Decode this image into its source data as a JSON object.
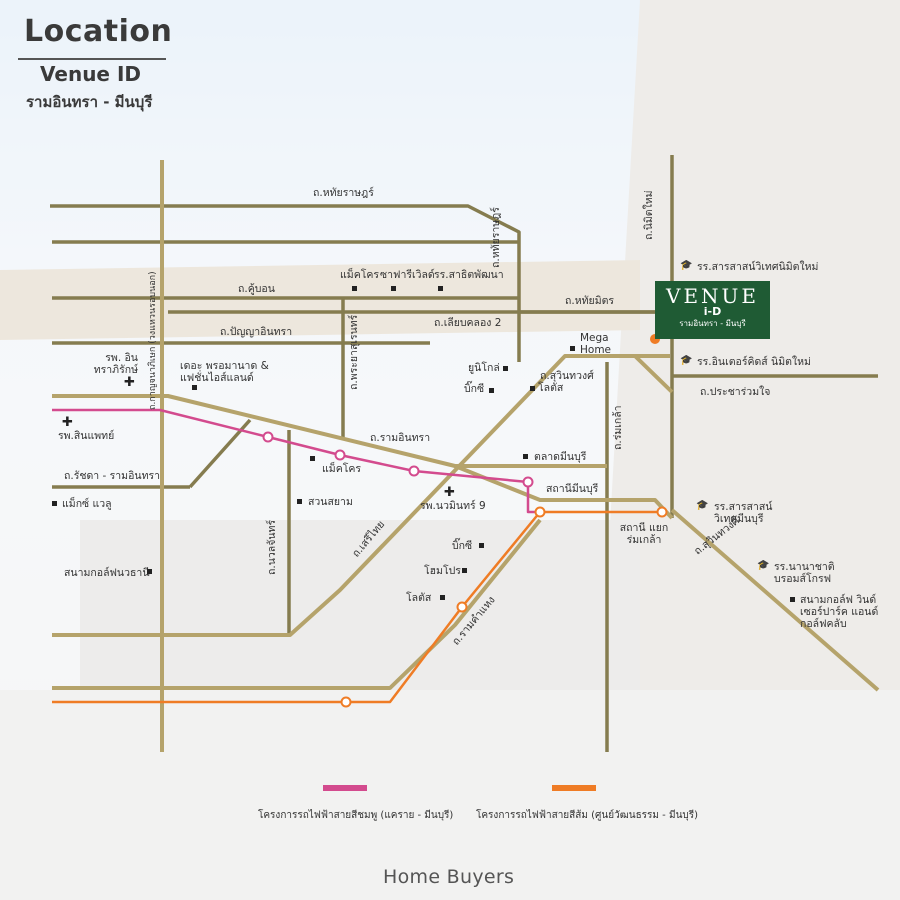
{
  "header": {
    "title": "Location",
    "project": "Venue ID",
    "district": "รามอินทรา - มีนบุรี"
  },
  "project_marker": {
    "main": "VENUE",
    "sub": "i-D",
    "address": "รามอินทรา - มีนบุรี"
  },
  "roads": [
    {
      "id": "hathairat-top",
      "label": "ถ.หทัยราษฎร์"
    },
    {
      "id": "khu-bon",
      "label": "ถ.คู้บอน"
    },
    {
      "id": "panya-indra",
      "label": "ถ.ปัญญาอินทรา"
    },
    {
      "id": "liab-khlong-2",
      "label": "ถ.เลียบคลอง 2"
    },
    {
      "id": "hathaimit",
      "label": "ถ.หทัยมิตร"
    },
    {
      "id": "hathairat-v",
      "label": "ถ.หทัยราษฎร์"
    },
    {
      "id": "nimit-mai",
      "label": "ถ.นิมิตใหม่"
    },
    {
      "id": "suwinthawong-a",
      "label": "ถ.สุวินทวงศ์"
    },
    {
      "id": "pracha-ruam-jai",
      "label": "ถ.ประชาร่วมใจ"
    },
    {
      "id": "ram-indra",
      "label": "ถ.รามอินทรา"
    },
    {
      "id": "rom-klao",
      "label": "ถ.ร่มเกล้า"
    },
    {
      "id": "ratchada-ramindra",
      "label": "ถ.รัชดา - รามอินทรา"
    },
    {
      "id": "kanchanaphisek",
      "label": "ถ.กาญจนาภิเษก (วงแหวนรอบนอก)"
    },
    {
      "id": "phraya-suren",
      "label": "ถ.พระยาสุเรนทร์"
    },
    {
      "id": "nuan-chan",
      "label": "ถ.นวลจันทร์"
    },
    {
      "id": "seri-thai",
      "label": "ถ.เสรีไทย"
    },
    {
      "id": "ramkhamhaeng",
      "label": "ถ.รามคำแหง"
    },
    {
      "id": "suwinthawong-b",
      "label": "ถ.สุวินทวงศ์"
    }
  ],
  "places": [
    {
      "id": "makro-1",
      "label": "แม็คโคร"
    },
    {
      "id": "chapter-w",
      "label": "ซาฟารีเวิลด์"
    },
    {
      "id": "school-sathit",
      "label": "รร.สาธิตพัฒนา"
    },
    {
      "id": "school-sarasas-nimitmai",
      "label": "รร.สารสาสน์วิเทศนิมิตใหม่"
    },
    {
      "id": "mega-home",
      "label": "Mega Home"
    },
    {
      "id": "hosp-intrarat",
      "label": "รพ. อินทราภิรักษ์"
    },
    {
      "id": "the-promenade",
      "label": "เดอะ พรอมานาด & แฟชั่นไอส์แลนด์"
    },
    {
      "id": "unimall",
      "label": "ยูนิโกล่"
    },
    {
      "id": "bigc-1",
      "label": "บิ๊กซี"
    },
    {
      "id": "lotus-1",
      "label": "โลตัส"
    },
    {
      "id": "school-inter-nimitmai",
      "label": "รร.อินเตอร์คิดส์ นิมิตใหม่"
    },
    {
      "id": "hosp-sinphaet",
      "label": "รพ.สินแพทย์"
    },
    {
      "id": "makro-2",
      "label": "แม็คโคร"
    },
    {
      "id": "market-minburi",
      "label": "ตลาดมีนบุรี"
    },
    {
      "id": "fashion-value",
      "label": "แม็กซ์ แวลู"
    },
    {
      "id": "suan-siam",
      "label": "สวนสยาม"
    },
    {
      "id": "hosp-nawamin9",
      "label": "รพ.นวมินทร์ 9"
    },
    {
      "id": "school-sarasas-minburi",
      "label": "รร.สารสาสน์ วิเทศมีนบุรี"
    },
    {
      "id": "golf-panya",
      "label": "สนามกอล์ฟนวธานี"
    },
    {
      "id": "bigc-2",
      "label": "บิ๊กซี"
    },
    {
      "id": "homepro",
      "label": "โฮมโปร"
    },
    {
      "id": "lotus-2",
      "label": "โลตัส"
    },
    {
      "id": "school-nanachat",
      "label": "รร.นานาชาติ บรอมส์โกรฟ"
    },
    {
      "id": "golf-windsor",
      "label": "สนามกอล์ฟ วินด์เซอร์ปาร์ค แอนด์กอล์ฟคลับ"
    }
  ],
  "stations": [
    {
      "id": "minburi-station",
      "label": "สถานีมีนบุรี"
    },
    {
      "id": "yaek-romklao",
      "label": "สถานี แยกร่มเกล้า"
    }
  ],
  "legend": [
    {
      "id": "pink",
      "label": "โครงการรถไฟฟ้าสายสีชมพู (แคราย - มีนบุรี)",
      "color": "#d34b8e"
    },
    {
      "id": "orange",
      "label": "โครงการรถไฟฟ้าสายสีส้ม (ศูนย์วัฒนธรรม - มีนบุรี)",
      "color": "#ef7c25"
    }
  ],
  "colors": {
    "road": "#857c4f",
    "road_main": "#b5a36b",
    "project": "#1f5b34",
    "pink_line": "#d34b8e",
    "orange_line": "#ef7c25"
  },
  "footer": {
    "brand": "Home Buyers"
  }
}
